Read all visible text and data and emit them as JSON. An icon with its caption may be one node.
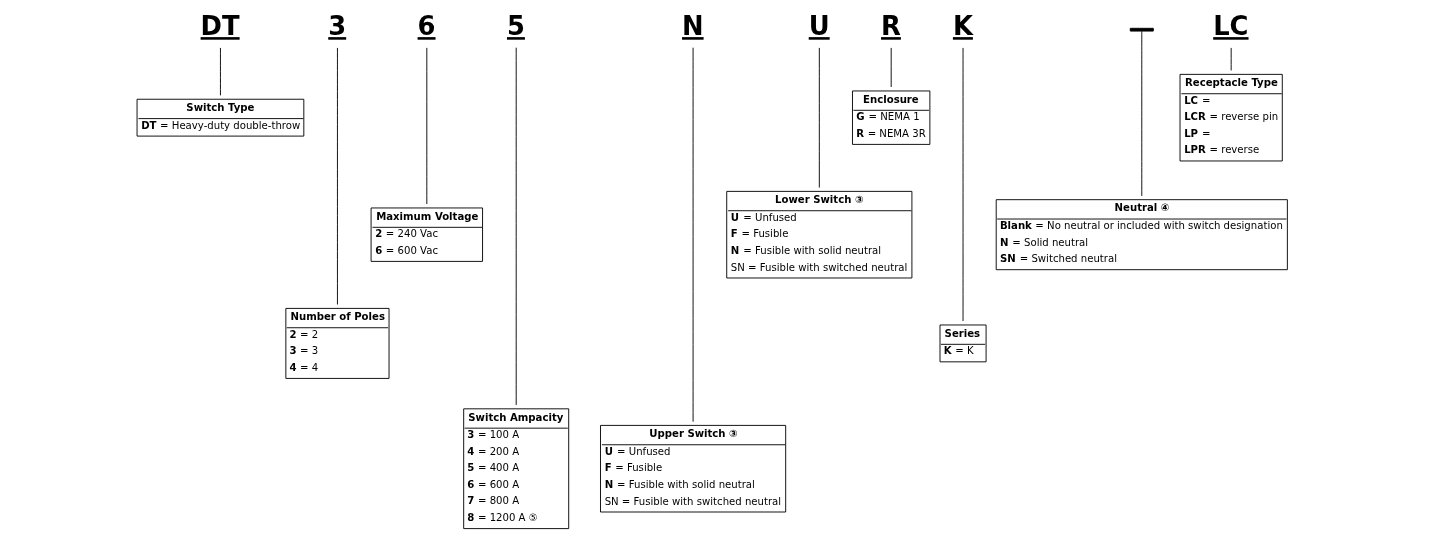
{
  "diagram": {
    "nodes": [
      {
        "text": [
          "DT"
        ]
      },
      {
        "text": [
          "3"
        ]
      },
      {
        "text": [
          "6"
        ]
      },
      {
        "text": [
          "5"
        ]
      },
      {
        "text": [
          "N"
        ]
      },
      {
        "text": [
          "U"
        ]
      },
      {
        "text": [
          "R"
        ]
      },
      {
        "text": [
          "K"
        ]
      },
      {
        "text": [],
        "shape": "bar"
      },
      {
        "text": [
          "LC"
        ]
      },
      {
        "text": [
          "Switch Type",
          "**DT** = Heavy-duty double-throw"
        ]
      },
      {
        "text": [
          "Number of Poles",
          "**2** = 2",
          "**3** = 3",
          "**4** = 4"
        ]
      },
      {
        "text": [
          "Maximum Voltage",
          "**2** = 240 Vac",
          "**6** = 600 Vac"
        ]
      },
      {
        "text": [
          "Switch Ampacity",
          "**3** = 100 A",
          "**4** = 200 A",
          "**5** = 400 A",
          "**6** = 600 A",
          "**7** = 800 A",
          "**8** = 1200 A ⑤"
        ]
      },
      {
        "text": [
          "Lower Switch ③",
          "**U** = Unfused",
          "**F** = Fusible",
          "**N** = Fusible with solid neutral",
          "SN = Fusible with switched neutral"
        ]
      },
      {
        "text": [
          "Upper Switch ③",
          "**U** = Unfused",
          "**F** = Fusible",
          "**N** = Fusible with solid neutral",
          "SN = Fusible with switched neutral"
        ]
      },
      {
        "text": [
          "Enclosure",
          "**G** = NEMA 1",
          "**R** = NEMA 3R"
        ]
      },
      {
        "text": [
          "Series",
          "**K** = K"
        ]
      },
      {
        "text": [
          "Receptacle Type",
          "**LC** =",
          "**LCR** = reverse pin",
          "**LP** =",
          "**LPR** = reverse"
        ]
      },
      {
        "text": [
          "Neutral ④",
          "**Blank** = No neutral or included with switch designation",
          "**N** = Solid neutral",
          "**SN** = Switched neutral"
        ]
      }
    ],
    "edges": [
      {
        "from": 0,
        "to": 10,
        "arrow": "none"
      },
      {
        "from": 1,
        "to": 11,
        "arrow": "none"
      },
      {
        "from": 2,
        "to": 12,
        "arrow": "none"
      },
      {
        "from": 3,
        "to": 13,
        "arrow": "none"
      },
      {
        "from": 4,
        "to": 15,
        "arrow": "none"
      },
      {
        "from": 5,
        "to": 14,
        "arrow": "none"
      },
      {
        "from": 6,
        "to": 16,
        "arrow": "none"
      },
      {
        "from": 7,
        "to": 17,
        "arrow": "none"
      },
      {
        "from": 8,
        "to": 19,
        "arrow": "none"
      },
      {
        "from": 9,
        "to": 18,
        "arrow": "none"
      }
    ]
  }
}
